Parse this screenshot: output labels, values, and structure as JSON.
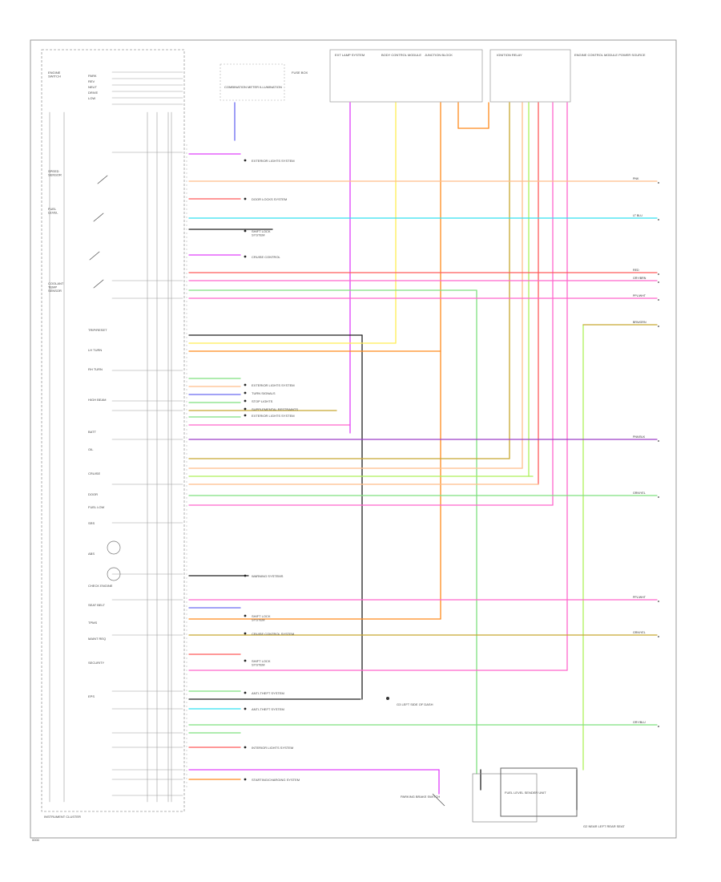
{
  "diagram": {
    "title": "",
    "module_label": "INSTRUMENT CLUSTER",
    "left_components": [
      "ENGINE\nSWITCH",
      "PARK",
      "REV",
      "NEUT",
      "DRIVE",
      "LOW",
      "SPEED\nSENSOR",
      "FUEL\nLEVEL",
      "COOLANT\nTEMP\nSENSOR",
      "TRIP/RESET",
      "LH TURN",
      "RH TURN",
      "HIGH BEAM",
      "BATT",
      "OIL",
      "CRUISE",
      "DOOR",
      "FUEL LOW",
      "SRS",
      "ABS",
      "CHECK ENGINE",
      "SEAT BELT",
      "TPMS",
      "MAINT REQ",
      "SECURITY",
      "EPS"
    ],
    "top_components": [
      "COMBINATION\nMETER\nILLUMINATION",
      "EXT LAMP\nSYSTEM",
      "BODY CONTROL\nMODULE",
      "JUNCTION\nBLOCK",
      "FUSE\nBOX",
      "IGNITION\nRELAY",
      "ENGINE CONTROL\nMODULE\nPOWER SOURCE"
    ],
    "destinations": [
      "EXTERIOR LIGHTS SYSTEM",
      "DOOR LOCKS SYSTEM",
      "SHIFT LOCK\nSYSTEM",
      "CRUISE CONTROL",
      "EXTERIOR LIGHTS SYSTEM",
      "TURN SIGNALS",
      "STOP LIGHTS",
      "SUPPLEMENTAL RESTRAINTS",
      "EXTERIOR LIGHTS SYSTEM",
      "WARNING SYSTEMS",
      "SHIFT LOCK\nSYSTEM",
      "CRUISE CONTROL SYSTEM",
      "SHIFT LOCK\nSYSTEM",
      "ANTI-THEFT SYSTEM",
      "ANTI-THEFT SYSTEM",
      "INTERIOR LIGHTS SYSTEM",
      "STARTING/CHARGING SYSTEM"
    ],
    "ground_label": "G3\nLEFT SIDE OF DASH",
    "bottom_components": [
      "PARKING\nBRAKE\nSWITCH",
      "FUEL LEVEL\nSENDER\nUNIT",
      "G2\nNEAR LEFT REAR SEAT"
    ],
    "right_edge_labels": [
      "PNK",
      "LT BLU",
      "RED",
      "GRY/BRN",
      "PPL/WHT",
      "BRN/GRN",
      "PNK/BLK",
      "GRN/YEL",
      "PPL/WHT",
      "GRN/YEL",
      "GRY/BLU"
    ],
    "wire_colors": {
      "pink": "#ff66cc",
      "magenta": "#e040fb",
      "orange": "#ff8a1c",
      "peach": "#ffbe8a",
      "yellow": "#ffee55",
      "cyan": "#33e0f0",
      "red": "#ff5a5a",
      "green": "#7fe07f",
      "lime": "#aef05a",
      "olive": "#c8a830",
      "purple": "#9c3fc8",
      "blue": "#6a6af0",
      "black": "#222222"
    },
    "corner_note": "0000"
  }
}
